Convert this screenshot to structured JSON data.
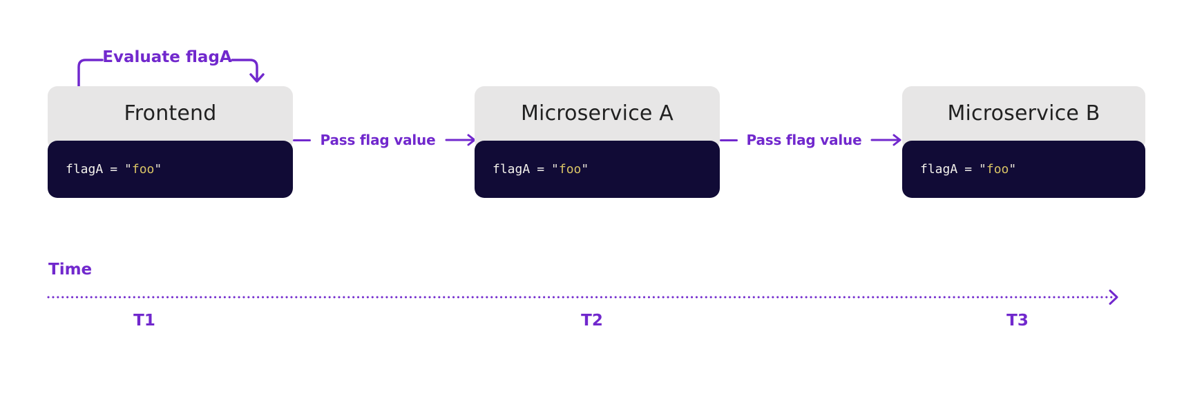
{
  "colors": {
    "accent_purple": "#7128cd",
    "box_header_gray": "#e7e6e6",
    "code_background_navy": "#110b36",
    "code_text_white": "#f4f2ec",
    "code_string_yellow": "#d9c465",
    "title_text": "#212121",
    "page_background": "#ffffff"
  },
  "annotation": {
    "label": "Evaluate flagA"
  },
  "boxes": [
    {
      "title": "Frontend",
      "code": {
        "variable": "flagA",
        "operator": "=",
        "open_quote": "\"",
        "string_value": "foo",
        "close_quote": "\""
      }
    },
    {
      "title": "Microservice A",
      "code": {
        "variable": "flagA",
        "operator": "=",
        "open_quote": "\"",
        "string_value": "foo",
        "close_quote": "\""
      }
    },
    {
      "title": "Microservice B",
      "code": {
        "variable": "flagA",
        "operator": "=",
        "open_quote": "\"",
        "string_value": "foo",
        "close_quote": "\""
      }
    }
  ],
  "connectors": [
    {
      "label": "Pass flag value"
    },
    {
      "label": "Pass flag value"
    }
  ],
  "timeline": {
    "label": "Time",
    "ticks": [
      "T1",
      "T2",
      "T3"
    ]
  }
}
